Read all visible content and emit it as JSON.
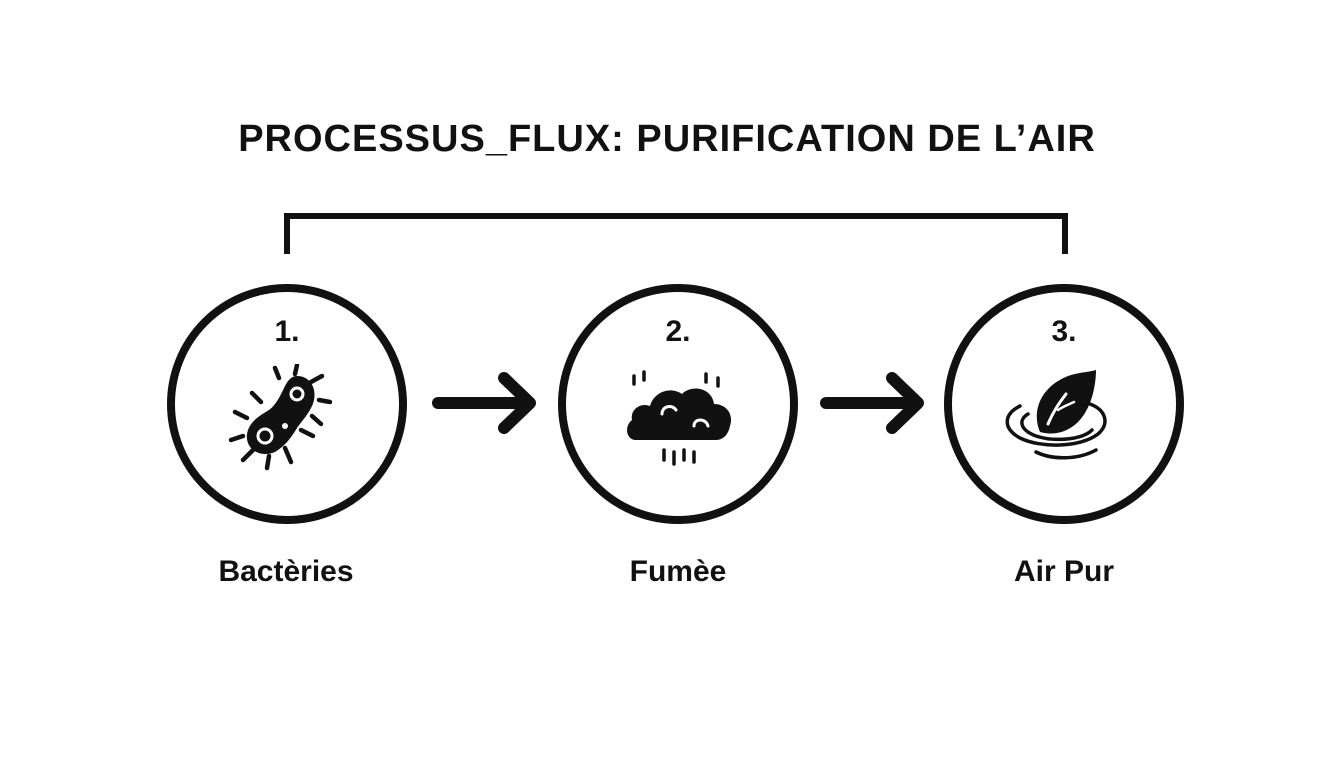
{
  "diagram": {
    "title": "PROCESSUS_FLUX: PURIFICATION DE L’AIR",
    "steps": [
      {
        "number": "1.",
        "label": "Bactèries",
        "icon": "bacteria-icon"
      },
      {
        "number": "2.",
        "label": "Fumèe",
        "icon": "smoke-cloud-icon"
      },
      {
        "number": "3.",
        "label": "Air Pur",
        "icon": "leaf-swirl-icon"
      }
    ],
    "connectors": [
      "arrow-right-icon",
      "arrow-right-icon"
    ],
    "colors": {
      "ink": "#111111",
      "background": "#ffffff"
    }
  }
}
